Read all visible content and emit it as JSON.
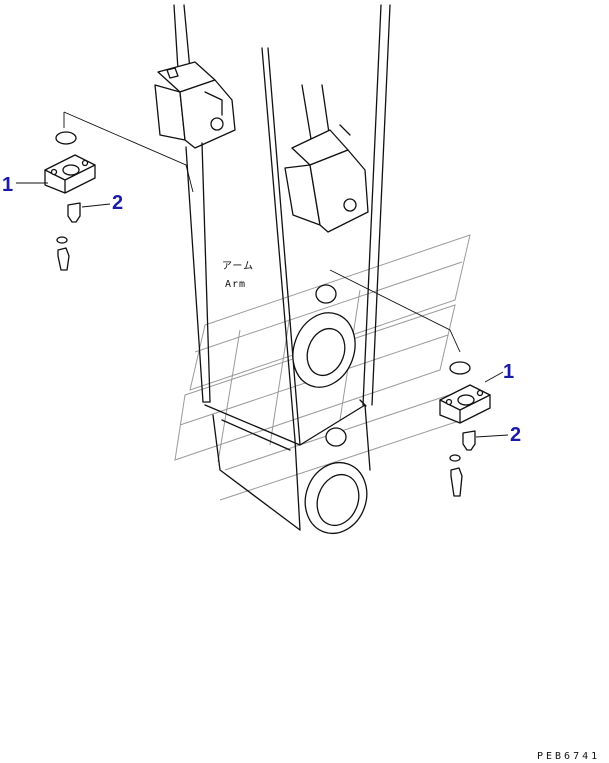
{
  "callouts": {
    "left_1": "1",
    "left_2": "2",
    "right_1": "1",
    "right_2": "2"
  },
  "labels": {
    "arm_jp": "アーム",
    "arm_en": "Arm"
  },
  "drawing_code": "PEB6741",
  "colors": {
    "callout": "#1a1aa8",
    "line": "#111111",
    "watermark": "#9a9a9a"
  }
}
